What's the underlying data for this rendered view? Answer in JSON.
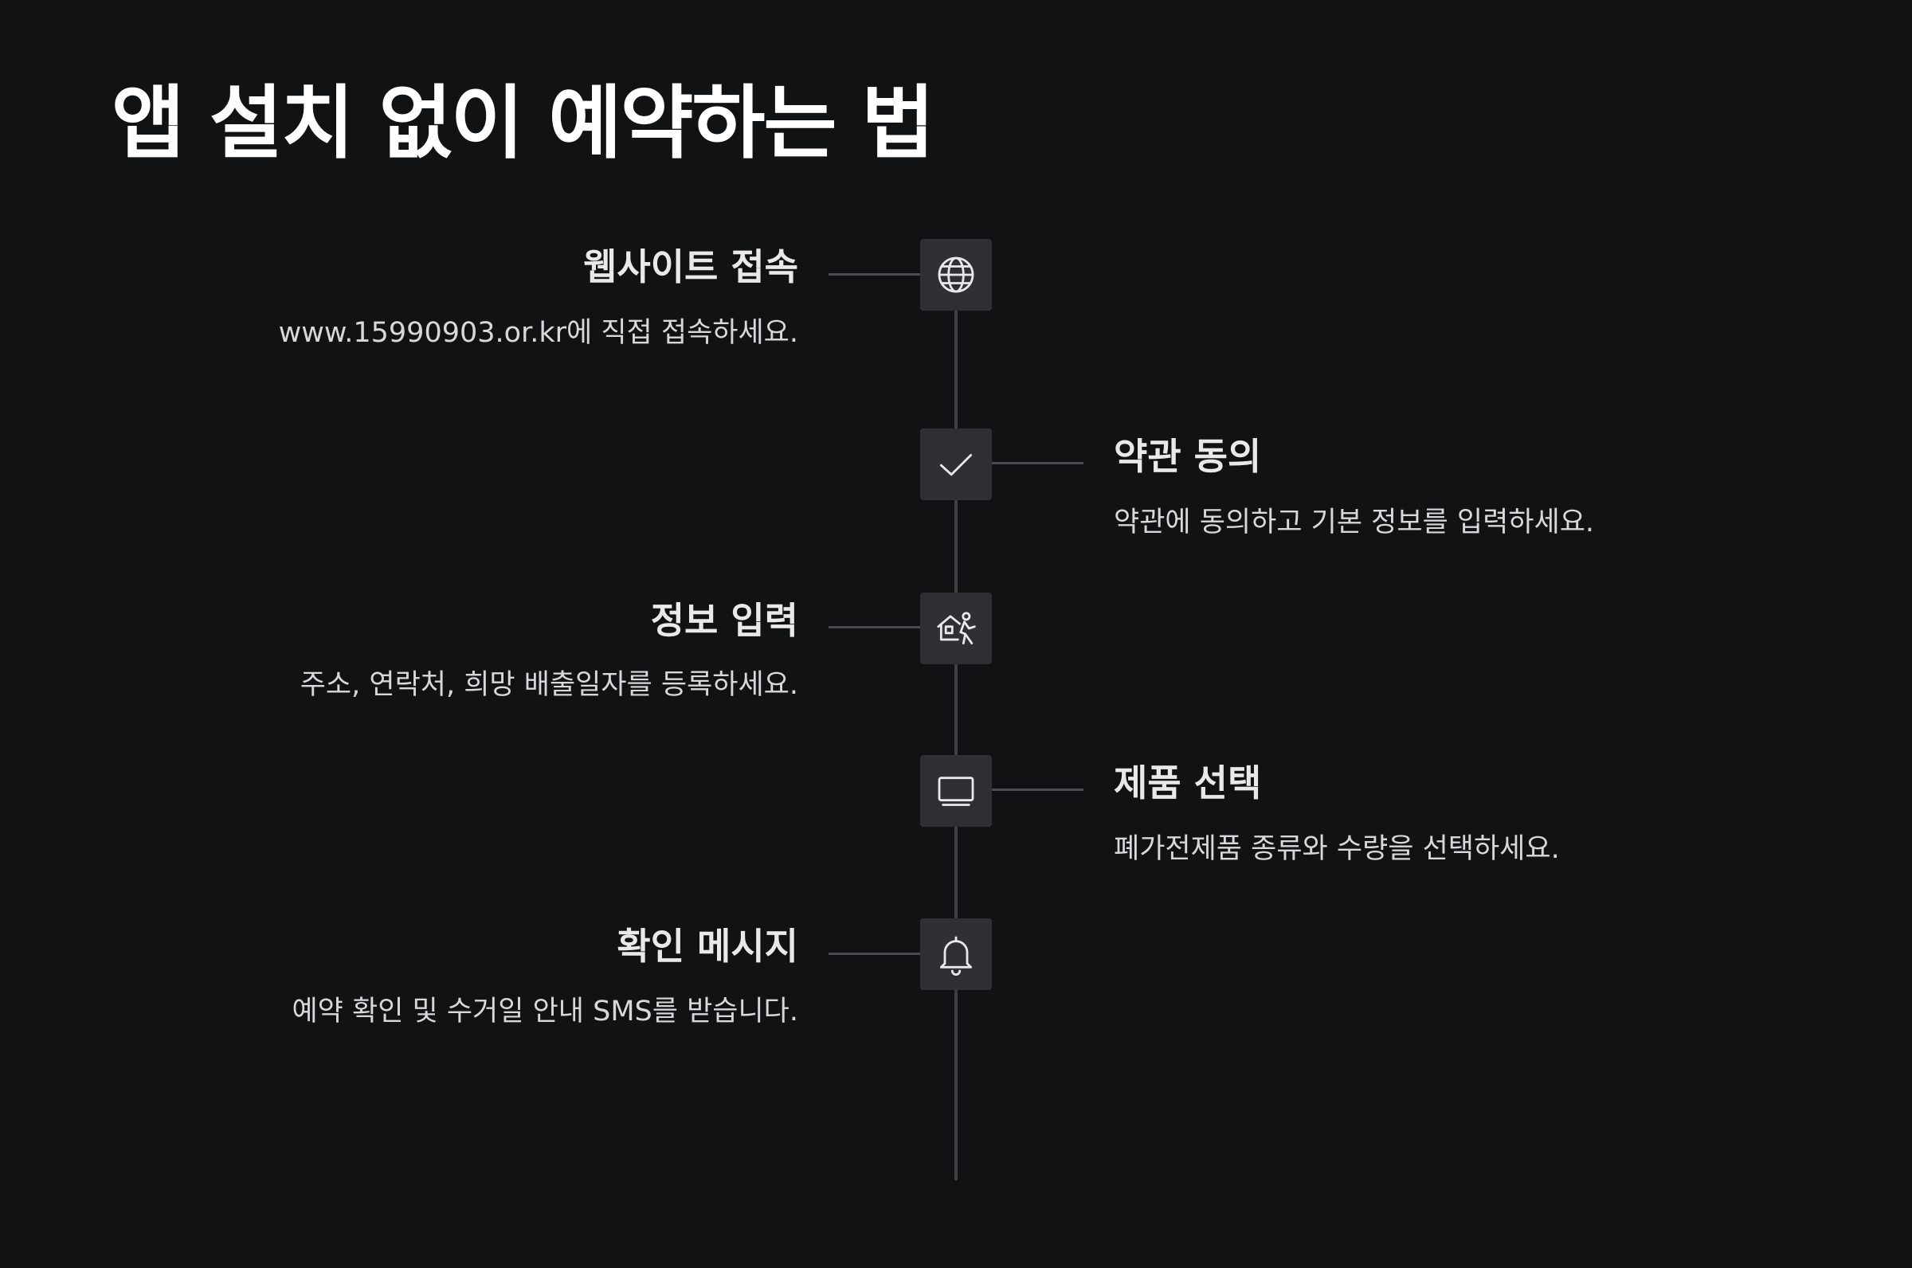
{
  "title": "앱 설치 없이 예약하는 법",
  "steps": [
    {
      "title": "웹사이트 접속",
      "desc": "www.15990903.or.kr에 직접 접속하세요.",
      "icon": "globe-icon",
      "side": "left"
    },
    {
      "title": "약관 동의",
      "desc": "약관에 동의하고 기본 정보를 입력하세요.",
      "icon": "check-icon",
      "side": "right"
    },
    {
      "title": "정보 입력",
      "desc": "주소, 연락처, 희망 배출일자를 등록하세요.",
      "icon": "house-person-icon",
      "side": "left"
    },
    {
      "title": "제품 선택",
      "desc": "폐가전제품 종류와 수량을 선택하세요.",
      "icon": "monitor-icon",
      "side": "right"
    },
    {
      "title": "확인 메시지",
      "desc": "예약 확인 및 수거일 안내 SMS를 받습니다.",
      "icon": "bell-icon",
      "side": "left"
    }
  ],
  "colors": {
    "background": "#111214",
    "node": "#2f3033",
    "line": "#3f4044",
    "text": "#e9e9eb"
  }
}
